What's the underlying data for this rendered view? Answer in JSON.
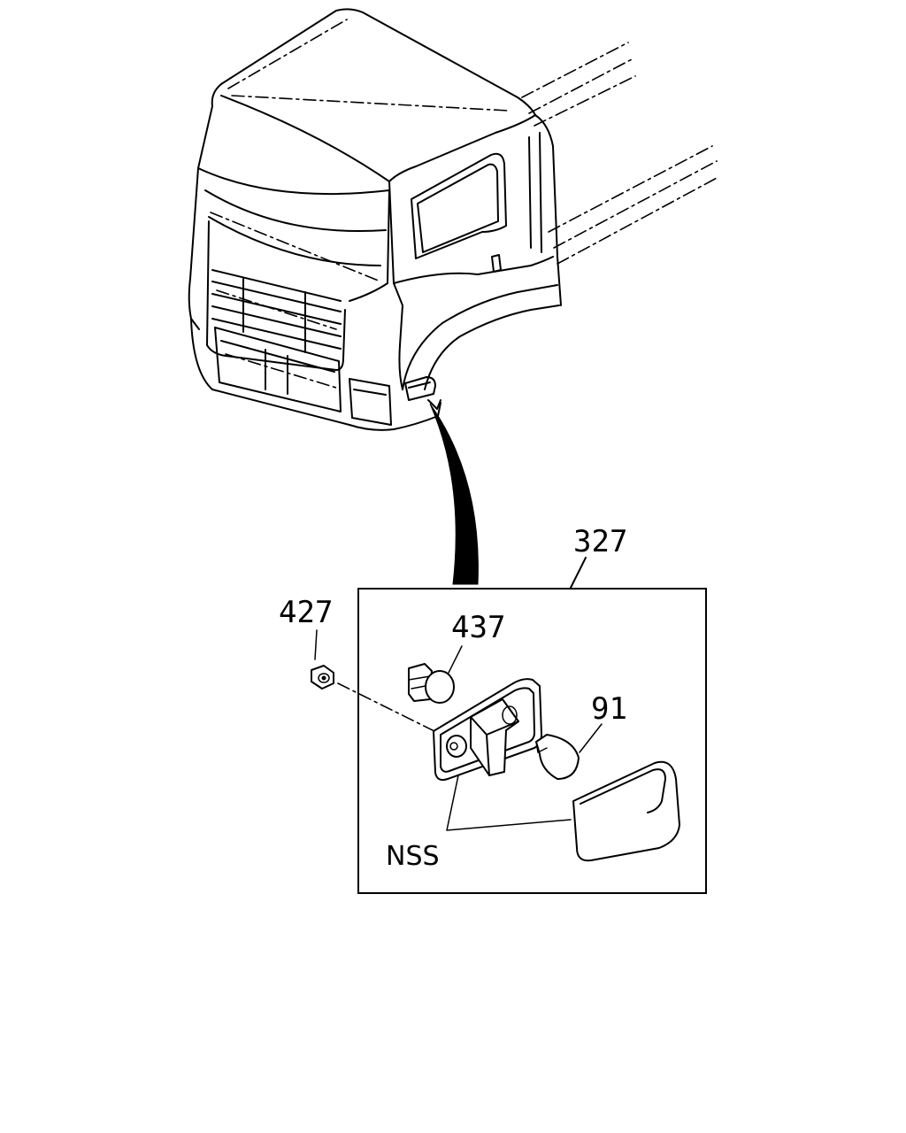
{
  "callouts": {
    "assembly": "327",
    "nut": "427",
    "socket": "437",
    "bulb": "91",
    "not_serviced": "NSS"
  }
}
